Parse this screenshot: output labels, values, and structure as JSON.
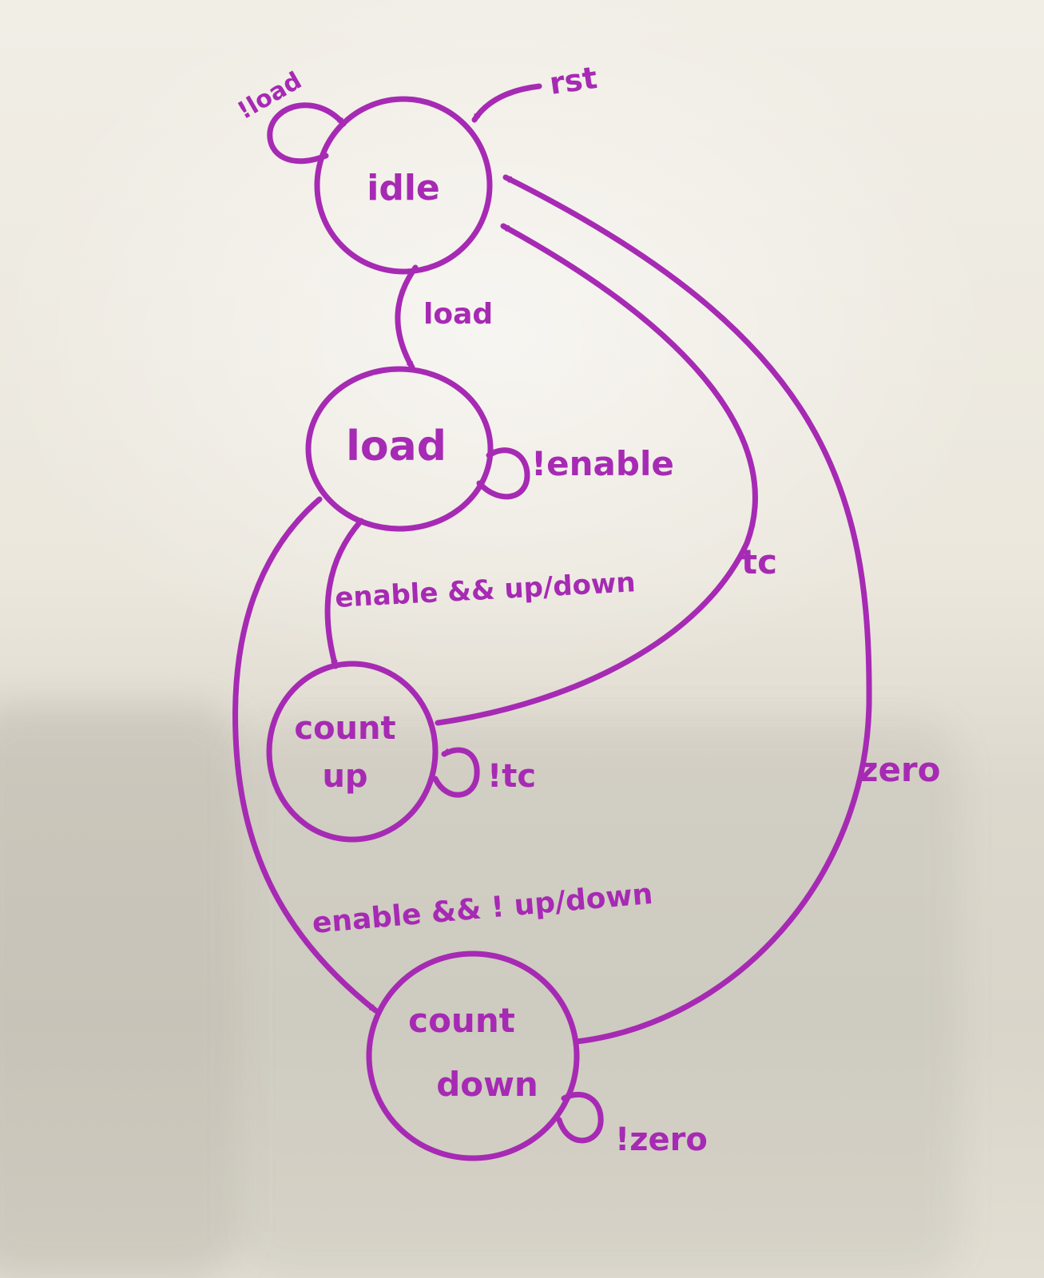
{
  "colors": {
    "ink": "#a62ab3",
    "board": "#ece8de"
  },
  "states": {
    "idle": "idle",
    "load": "load",
    "count_up": [
      "count",
      "up"
    ],
    "count_down": [
      "count",
      "down"
    ]
  },
  "transitions": {
    "rst": "rst",
    "not_load": "!load",
    "load": "load",
    "not_enable": "!enable",
    "enable_up": "enable && up/down",
    "enable_down": "enable && ! up/down",
    "tc": "tc",
    "not_tc": "!tc",
    "zero": "zero",
    "not_zero": "!zero"
  }
}
